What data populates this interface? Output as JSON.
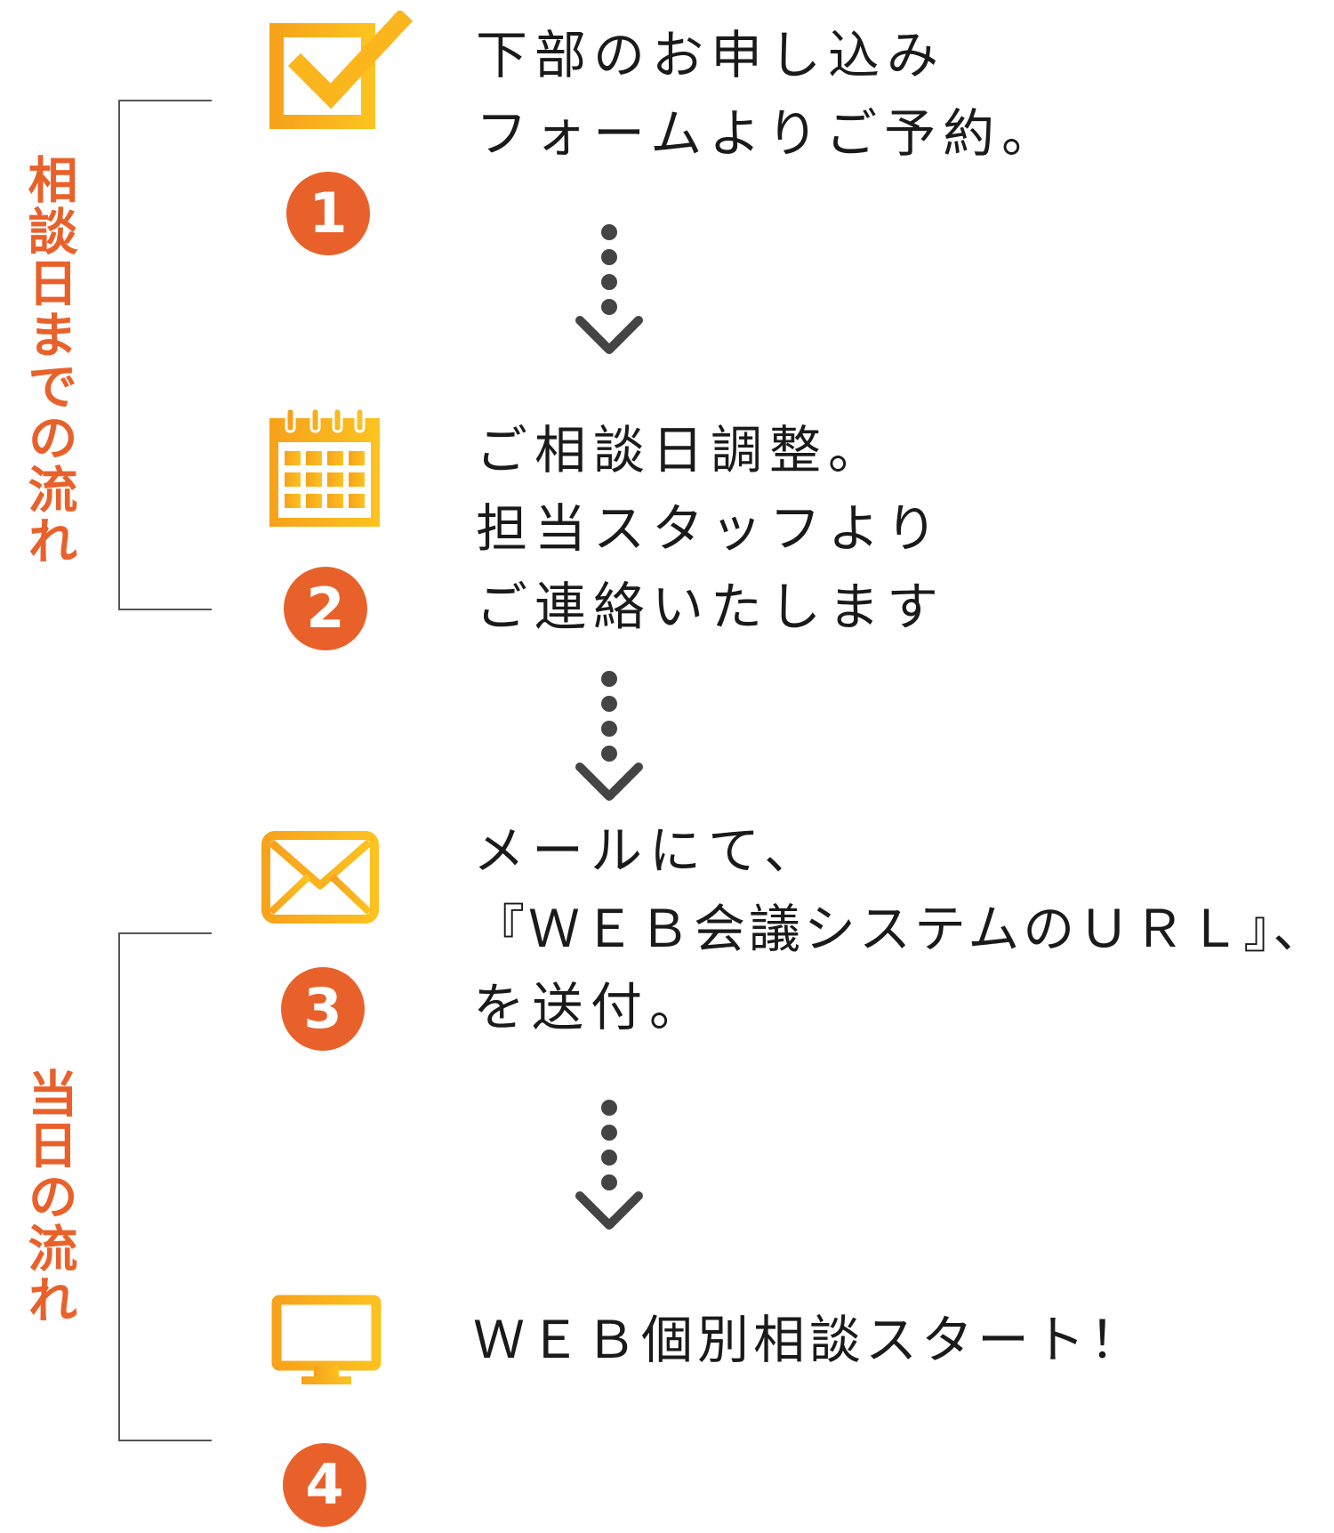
{
  "phases": [
    {
      "label": "相談日までの流れ"
    },
    {
      "label": "当日の流れ"
    }
  ],
  "steps": [
    {
      "number": "1",
      "icon": "checkbox-icon",
      "lines": [
        "下部のお申し込み",
        "フォームよりご予約。"
      ]
    },
    {
      "number": "2",
      "icon": "calendar-icon",
      "lines": [
        "ご相談日調整。",
        "担当スタッフより",
        "ご連絡いたします"
      ]
    },
    {
      "number": "3",
      "icon": "envelope-icon",
      "lines": [
        "メールにて、",
        "『ＷＥＢ会議システムのＵＲＬ』、",
        "を送付。"
      ]
    },
    {
      "number": "4",
      "icon": "monitor-icon",
      "lines": [
        "ＷＥＢ個別相談スタート！"
      ]
    }
  ],
  "colors": {
    "accent_orange": "#e8612b",
    "icon_orange": "#f7a21b",
    "icon_yellow": "#fbc02d",
    "arrow_gray": "#444444",
    "bracket_gray": "#555555",
    "text": "#1a1a1a"
  }
}
